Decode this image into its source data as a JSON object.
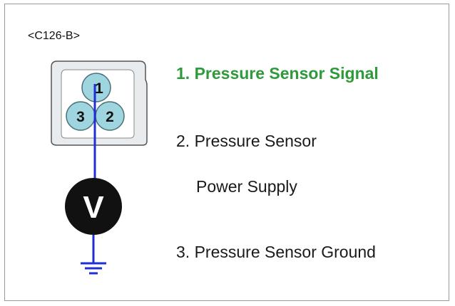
{
  "connector": {
    "label": "<C126-B>",
    "pins": [
      "1",
      "3",
      "2"
    ]
  },
  "meter": {
    "symbol": "V"
  },
  "legend": {
    "item1": "1. Pressure Sensor Signal",
    "item2_line1": "2. Pressure Sensor",
    "item2_line2": "Power Supply",
    "item3": "3. Pressure Sensor Ground"
  },
  "colors": {
    "wire": "#1f2fd6",
    "highlight": "#2e9a3a",
    "pin_fill": "#9fd5df",
    "connector_fill": "#e8ecee"
  }
}
